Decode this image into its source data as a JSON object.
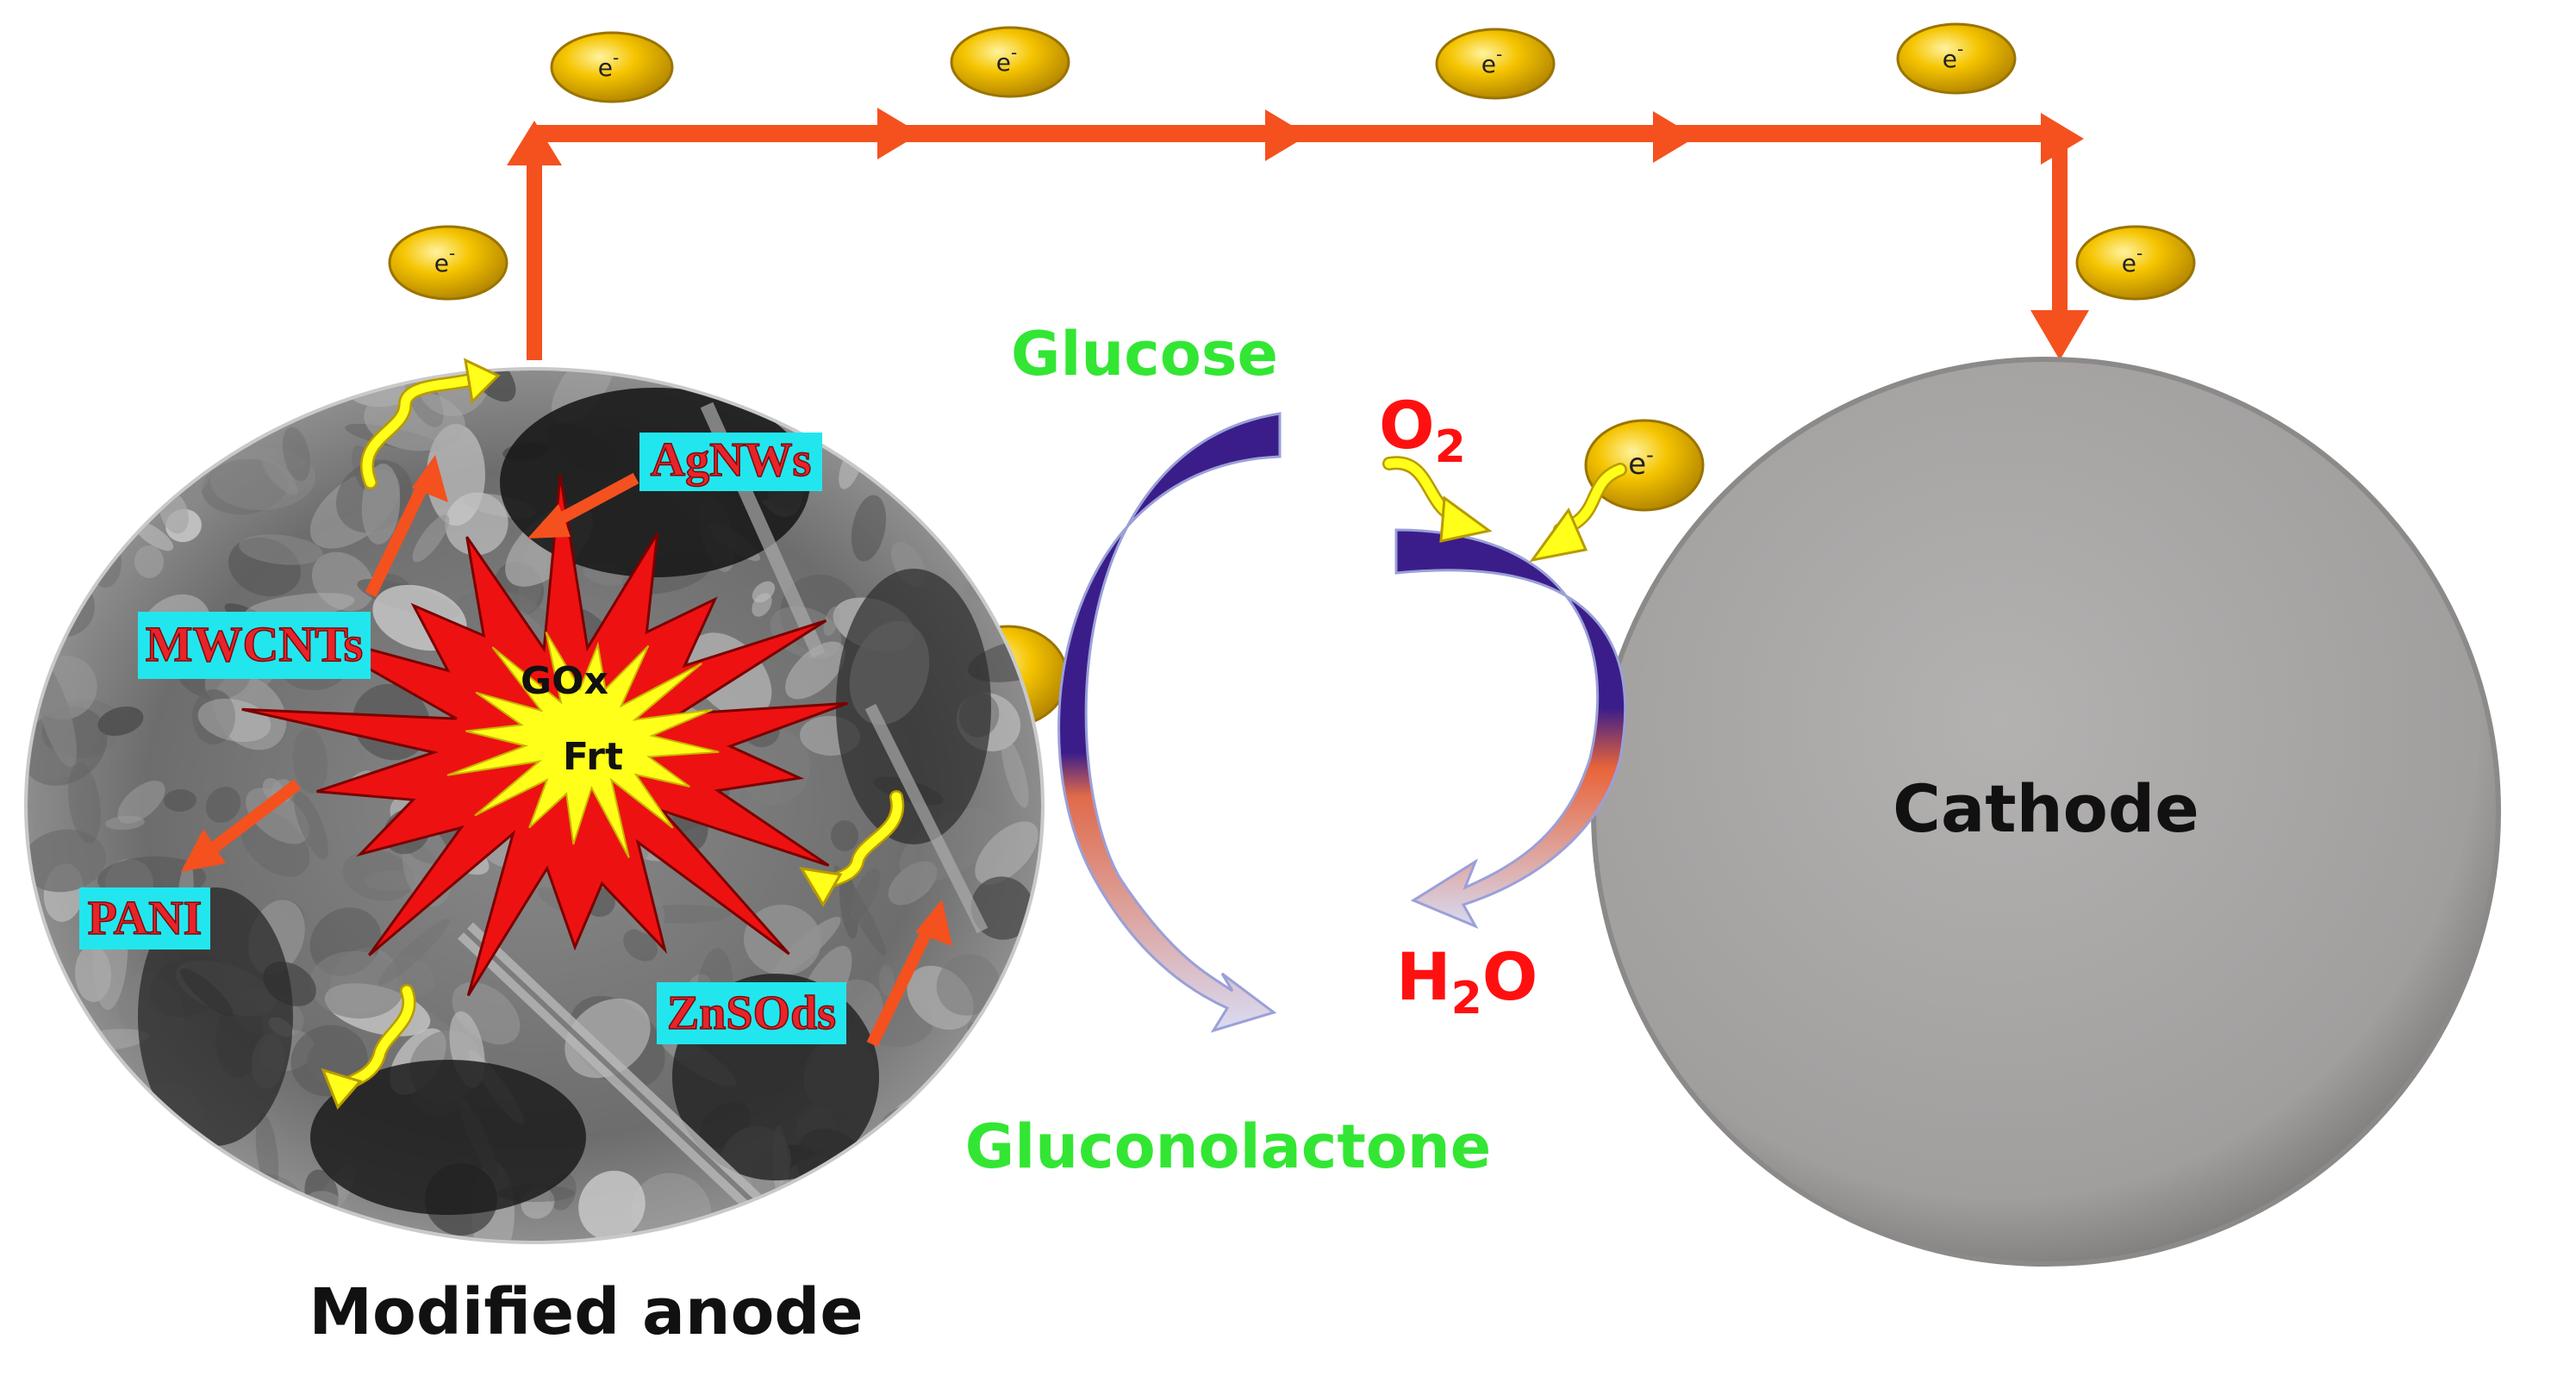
{
  "electron": {
    "symbol": "e",
    "charge": "-"
  },
  "anode": {
    "caption": "Modified anode",
    "components": {
      "agnws": "AgNWs",
      "mwcnts": "MWCNTs",
      "pani": "PANI",
      "znsods": "ZnSOds"
    },
    "enzyme": "GOx",
    "core": "Frt"
  },
  "cathode": {
    "label": "Cathode"
  },
  "reaction": {
    "substrate": "Glucose",
    "product": "Gluconolactone",
    "oxidant": {
      "base": "O",
      "sub": "2"
    },
    "water": {
      "base": "H",
      "sub": "2",
      "tail": "O"
    }
  },
  "colors": {
    "wire": "#f4511e",
    "electron_fill": "#f2c200",
    "green_label": "#33e633",
    "red_label": "#ff1010",
    "tag_bg": "#22e6ee",
    "tag_text": "#e8232a",
    "star_red": "#ee1111",
    "star_yellow": "#ffff1a",
    "curve_purple": "#3b1d8a",
    "cathode_gray": "#a8a5a5"
  }
}
